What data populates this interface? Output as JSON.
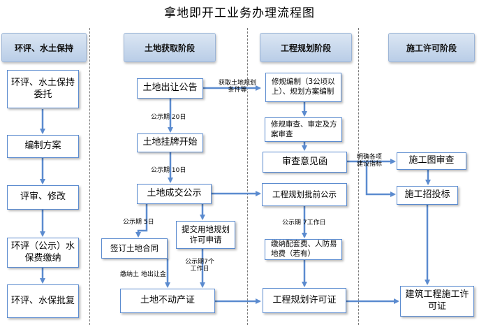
{
  "title": "拿地即开工业务办理流程图",
  "columns": {
    "c1": "环评、水土保持",
    "c2": "土地获取阶段",
    "c3": "工程规划阶段",
    "c4": "施工许可阶段"
  },
  "boxes": {
    "env_entrust": "环评、水土保持委托",
    "compile_plan": "编制方案",
    "review_modify": "评审、修改",
    "publicity_pay": "环评（公示）水保费缴纳",
    "approval": "环评、水保批复",
    "land_notice": "土地出让公告",
    "land_listing": "土地挂牌开始",
    "land_deal": "土地成交公示",
    "sign_contract": "签订土地合同",
    "submit_planning": "提交用地规划许可申请",
    "property_cert": "土地不动产证",
    "revise_plan": "修规编制（3公顷以上）、规划方案编制",
    "review_plan": "修规审查、审定及方案审查",
    "review_letter": "审查意见函",
    "pre_approval": "工程规划批前公示",
    "pay_fees": "缴纳配套费、人防易地费（若有）",
    "planning_permit": "工程规划许可证",
    "drawing_review": "施工图审查",
    "bidding": "施工招投标",
    "construction_permit": "建筑工程施工许可证"
  },
  "labels": {
    "get_conditions": "获取土地规划条件等",
    "pub20": "公示期  20日",
    "pub10": "公示期  10日",
    "pub5": "公示期  5日",
    "pay_land": "缴纳土 地出让金",
    "pub7a": "公示期7个工作日",
    "pub7b": "公示期  7工作日",
    "specify": "明确各项建设指标"
  },
  "colors": {
    "arrow": "#5b8bcf",
    "box_border": "#5b8bcf"
  }
}
